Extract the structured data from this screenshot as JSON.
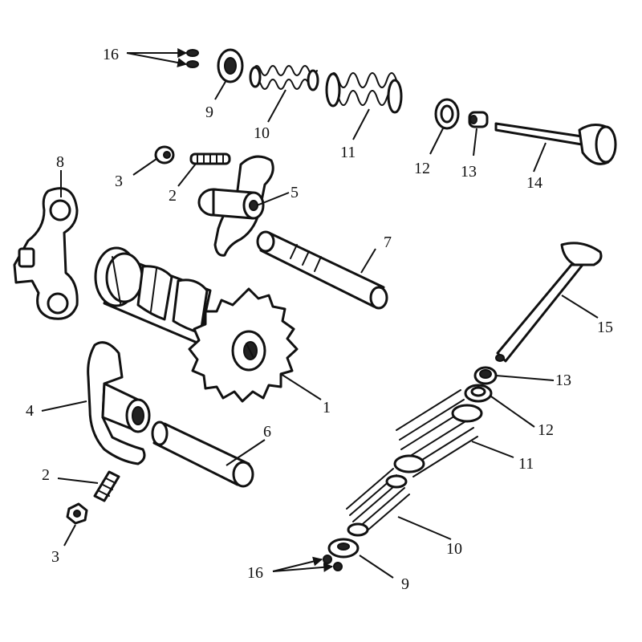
{
  "callouts": {
    "c16_top": "16",
    "c9_top": "9",
    "c10_top": "10",
    "c11_top": "11",
    "c12_top": "12",
    "c13_top": "13",
    "c14": "14",
    "c8": "8",
    "c3_top": "3",
    "c2_top": "2",
    "c5": "5",
    "c7": "7",
    "c15": "15",
    "c13_right": "13",
    "c1": "1",
    "c12_right": "12",
    "c4": "4",
    "c6": "6",
    "c11_bottom": "11",
    "c2_bottom": "2",
    "c10_bottom": "10",
    "c3_bottom": "3",
    "c16_bottom": "16",
    "c9_bottom": "9"
  },
  "colors": {
    "ink": "#111111",
    "paper": "#ffffff"
  }
}
